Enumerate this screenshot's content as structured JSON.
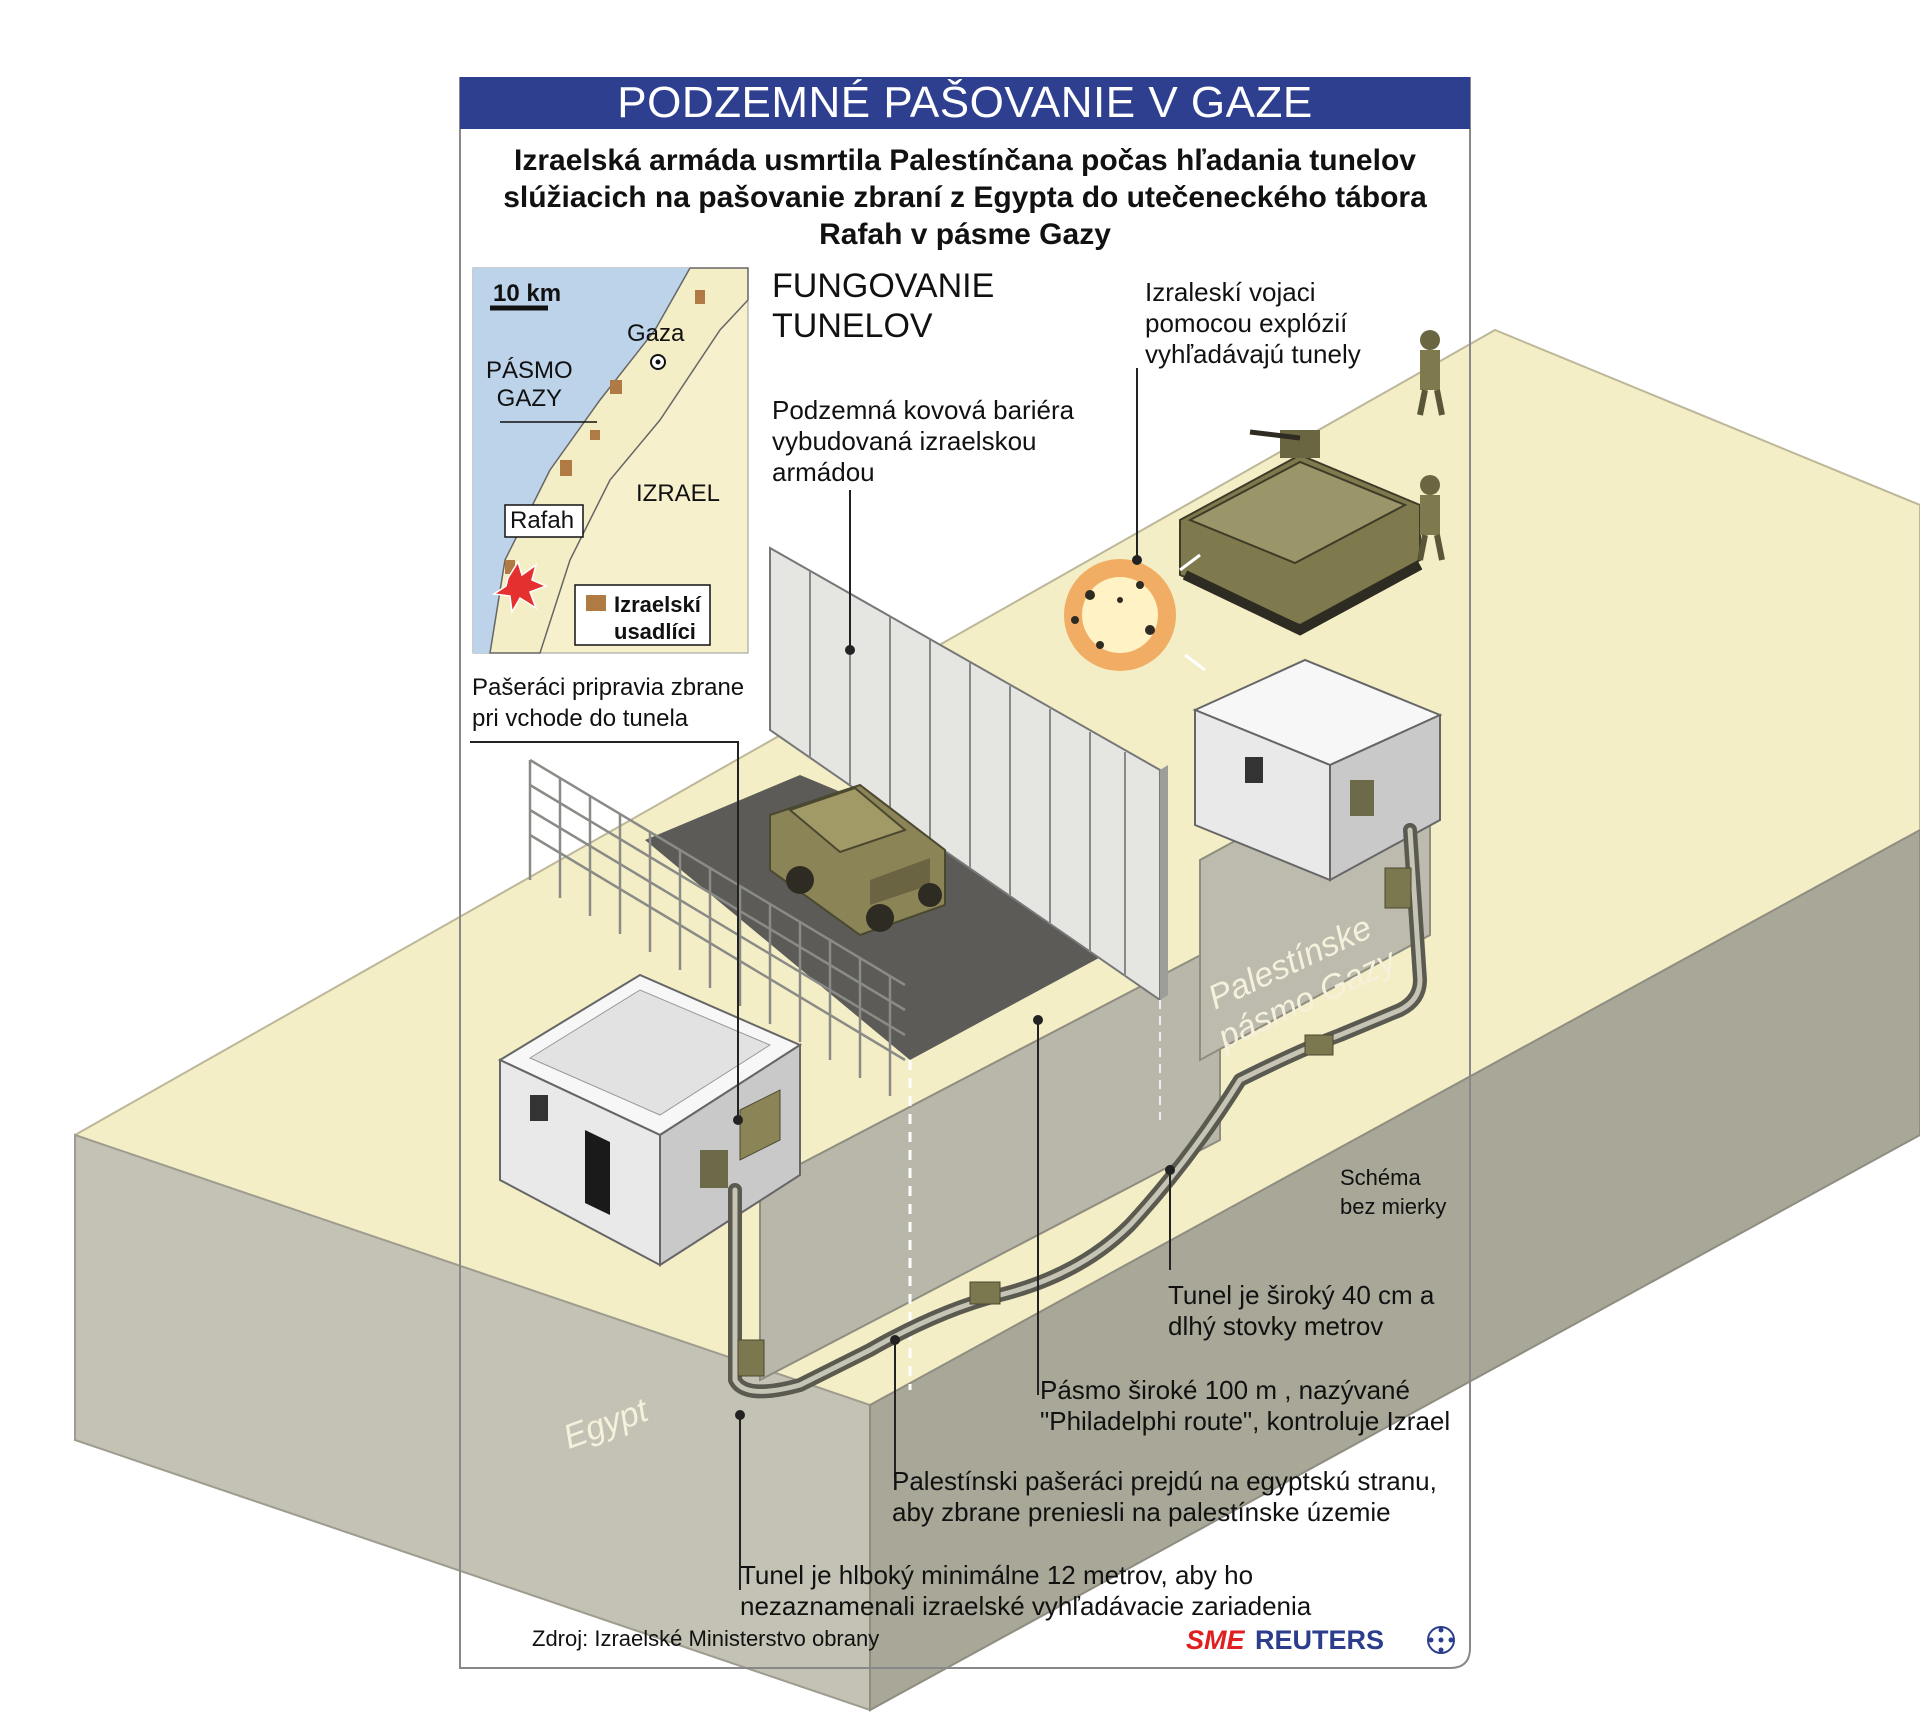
{
  "title": "PODZEMNÉ PAŠOVANIE V GAZE",
  "lead": "Izraelská armáda usmrtila Palestínčana počas hľadania tunelov slúžiacich na pašovanie zbraní z Egypta do utečeneckého tábora Rafah v pásme Gazy",
  "section_heading": "FUNGOVANIE\nTUNELOV",
  "map": {
    "scale": "10 km",
    "gaza_city": "Gaza",
    "strip": "PÁSMO\nGAZY",
    "israel": "IZRAEL",
    "rafah": "Rafah",
    "legend": "Izraelskí\nusadlíci"
  },
  "labels": {
    "soldiers": "Izraleskí vojaci\npomocou explózií\nvyhľadávajú tunely",
    "barrier": "Podzemná kovová bariéra\nvybudovaná izraelskou\narmádou",
    "smugglers_prepare": "Pašeráci pripravia zbrane\npri vchode do tunela",
    "scale_note": "Schéma\nbez mierky",
    "tunnel_width": "Tunel je široký 40 cm a\ndlhý stovky metrov",
    "philadelphi": "Pásmo široké 100 m , nazývané\n\"Philadelphi route\", kontroluje Izrael",
    "crossing": "Palestínski pašeráci prejdú na egyptskú stranu,\naby zbrane preniesli na palestínske územie",
    "depth": "Tunel je hlboký minimálne 12 metrov, aby ho\nnezaznamenali izraelské vyhľadávacie zariadenia"
  },
  "regions": {
    "egypt": "Egypt",
    "gaza": "Palestínske\npásmo Gazy"
  },
  "source": "Zdroj: Izraelské Ministerstvo obrany",
  "brand": {
    "sme": "SME",
    "reuters": "REUTERS"
  },
  "colors": {
    "title_bg": "#2f3f8f",
    "ground_top": "#f4eec6",
    "ground_front": "#c4c2b4",
    "ground_side": "#a9a798",
    "road": "#5c5b58",
    "vehicle": "#8b8456",
    "sea": "#bcd3ea",
    "settlement": "#b07a44",
    "explosion": "#f2a55a",
    "sme_red": "#e02020",
    "reuters_blue": "#2b3d8c"
  }
}
